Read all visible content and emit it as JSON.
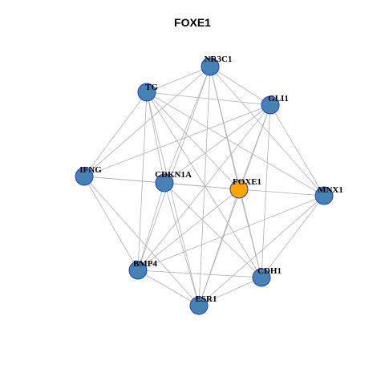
{
  "title": "FOXE1",
  "colors": {
    "node_fill": "#4682B4",
    "node_stroke": "#1f3fbf",
    "center_fill": "#FFA500",
    "edge": "#b0b0b0"
  },
  "nodes": [
    {
      "id": "NR3C1",
      "label": "NR3C1",
      "center": false
    },
    {
      "id": "TG",
      "label": "TG",
      "center": false
    },
    {
      "id": "GLI1",
      "label": "GLI1",
      "center": false
    },
    {
      "id": "IFNG",
      "label": "IFNG",
      "center": false
    },
    {
      "id": "CDKN1A",
      "label": "CDKN1A",
      "center": false
    },
    {
      "id": "FOXE1",
      "label": "FOXE1",
      "center": true
    },
    {
      "id": "MNX1",
      "label": "MNX1",
      "center": false
    },
    {
      "id": "BMP4",
      "label": "BMP4",
      "center": false
    },
    {
      "id": "CDH1",
      "label": "CDH1",
      "center": false
    },
    {
      "id": "ESR1",
      "label": "ESR1",
      "center": false
    }
  ],
  "edges": [
    [
      "NR3C1",
      "TG"
    ],
    [
      "NR3C1",
      "GLI1"
    ],
    [
      "NR3C1",
      "IFNG"
    ],
    [
      "NR3C1",
      "CDKN1A"
    ],
    [
      "NR3C1",
      "FOXE1"
    ],
    [
      "NR3C1",
      "MNX1"
    ],
    [
      "NR3C1",
      "BMP4"
    ],
    [
      "NR3C1",
      "CDH1"
    ],
    [
      "NR3C1",
      "ESR1"
    ],
    [
      "TG",
      "GLI1"
    ],
    [
      "TG",
      "IFNG"
    ],
    [
      "TG",
      "CDKN1A"
    ],
    [
      "TG",
      "FOXE1"
    ],
    [
      "TG",
      "MNX1"
    ],
    [
      "TG",
      "BMP4"
    ],
    [
      "TG",
      "CDH1"
    ],
    [
      "TG",
      "ESR1"
    ],
    [
      "GLI1",
      "IFNG"
    ],
    [
      "GLI1",
      "CDKN1A"
    ],
    [
      "GLI1",
      "FOXE1"
    ],
    [
      "GLI1",
      "MNX1"
    ],
    [
      "GLI1",
      "BMP4"
    ],
    [
      "GLI1",
      "CDH1"
    ],
    [
      "GLI1",
      "ESR1"
    ],
    [
      "IFNG",
      "CDKN1A"
    ],
    [
      "IFNG",
      "FOXE1"
    ],
    [
      "IFNG",
      "BMP4"
    ],
    [
      "IFNG",
      "ESR1"
    ],
    [
      "CDKN1A",
      "FOXE1"
    ],
    [
      "CDKN1A",
      "BMP4"
    ],
    [
      "CDKN1A",
      "CDH1"
    ],
    [
      "CDKN1A",
      "ESR1"
    ],
    [
      "FOXE1",
      "MNX1"
    ],
    [
      "FOXE1",
      "BMP4"
    ],
    [
      "FOXE1",
      "CDH1"
    ],
    [
      "FOXE1",
      "ESR1"
    ],
    [
      "MNX1",
      "BMP4"
    ],
    [
      "MNX1",
      "CDH1"
    ],
    [
      "MNX1",
      "ESR1"
    ],
    [
      "BMP4",
      "CDH1"
    ],
    [
      "BMP4",
      "ESR1"
    ],
    [
      "CDH1",
      "ESR1"
    ]
  ]
}
